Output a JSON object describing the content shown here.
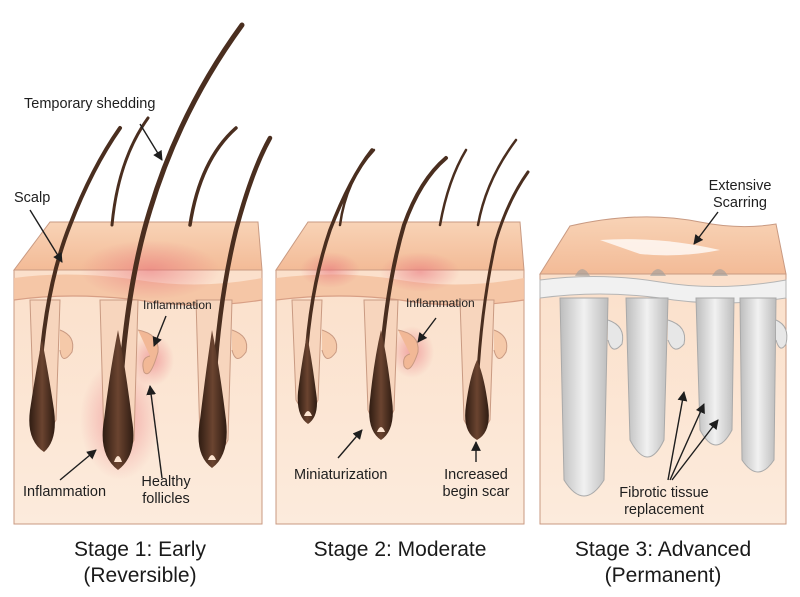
{
  "panels": [
    {
      "caption_line1": "Stage 1: Early",
      "caption_line2": "(Reversible)",
      "labels": {
        "temporary_shedding": "Temporary shedding",
        "scalp": "Scalp",
        "inflammation_top": "Inflammation",
        "inflammation_bottom": "Inflammation",
        "healthy_follicles_1": "Healthy",
        "healthy_follicles_2": "follicles"
      }
    },
    {
      "caption_line1": "Stage 2: Moderate",
      "caption_line2": "",
      "labels": {
        "inflammation": "Inflammation",
        "miniaturization": "Miniaturization",
        "increased_scar_1": "Increased",
        "increased_scar_2": "begin scar"
      }
    },
    {
      "caption_line1": "Stage 3: Advanced",
      "caption_line2": "(Permanent)",
      "labels": {
        "extensive_scarring_1": "Extensive",
        "extensive_scarring_2": "Scarring",
        "fibrotic_1": "Fibrotic tissue",
        "fibrotic_2": "replacement"
      }
    }
  ],
  "colors": {
    "skin_top": "#f6c9a8",
    "skin_body": "#fbe3d0",
    "hair": "#4a2e1f",
    "inflammation": "#e8707a",
    "fibrosis": "#d7d7d7",
    "outline": "#b98a78"
  }
}
